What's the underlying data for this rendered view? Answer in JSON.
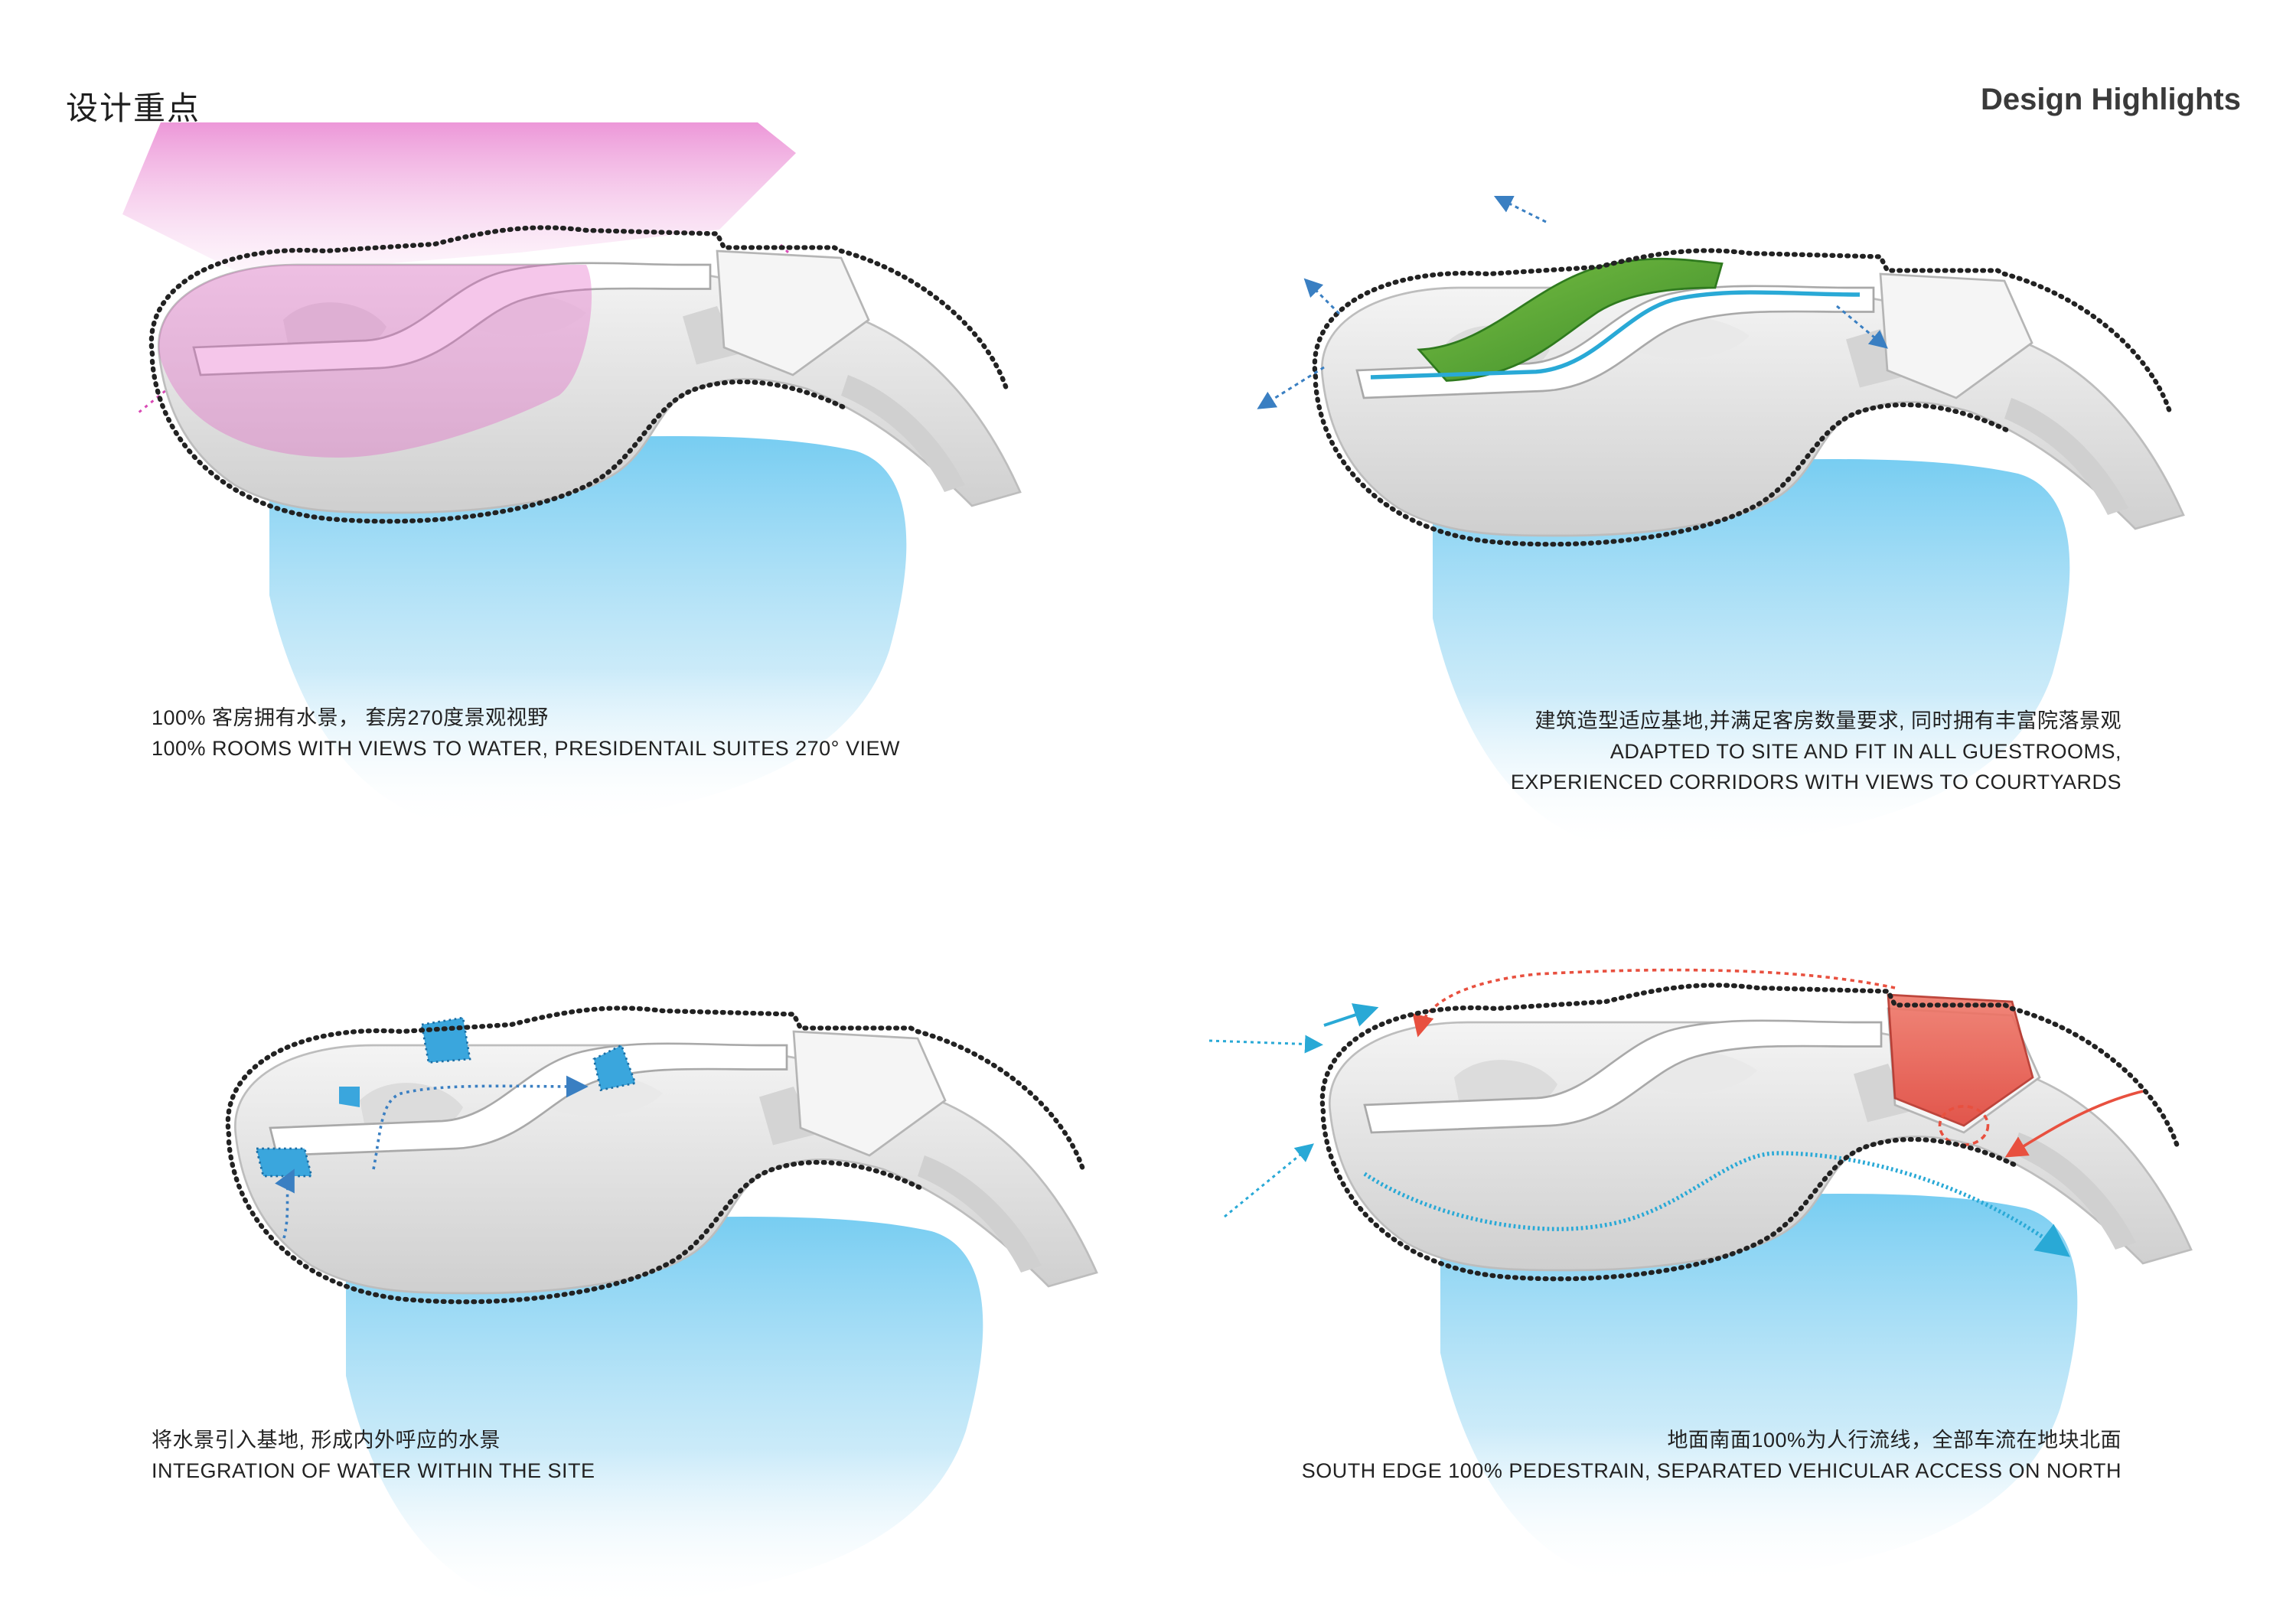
{
  "header": {
    "title_cn": "设计重点",
    "title_en": "Design Highlights"
  },
  "panels": [
    {
      "id": "water-views",
      "caption_cn": "100%  客房拥有水景，  套房270度景观视野",
      "caption_en": "100% ROOMS WITH VIEWS TO WATER, PRESIDENTAIL SUITES 270° VIEW",
      "accent_color": "#d94ab5"
    },
    {
      "id": "site-adaptation",
      "caption_cn": "建筑造型适应基地,并满足客房数量要求, 同时拥有丰富院落景观",
      "caption_en_line1": "ADAPTED TO SITE AND FIT IN ALL GUESTROOMS,",
      "caption_en_line2": "EXPERIENCED CORRIDORS WITH VIEWS TO COURTYARDS",
      "accent_color": "#5aa832"
    },
    {
      "id": "water-integration",
      "caption_cn": "将水景引入基地, 形成内外呼应的水景",
      "caption_en": "INTEGRATION OF WATER WITHIN THE SITE",
      "accent_color": "#2f8fd6"
    },
    {
      "id": "circulation",
      "caption_cn": "地面南面100%为人行流线，全部车流在地块北面",
      "caption_en": "SOUTH EDGE 100% PEDESTRAIN, SEPARATED VEHICULAR ACCESS ON NORTH",
      "accent_color": "#e8503f"
    }
  ],
  "colors": {
    "water": "#7fd0f0",
    "building": "#e6e6e6",
    "pedestrian": "#29a9d6",
    "vehicle": "#e8503f"
  }
}
